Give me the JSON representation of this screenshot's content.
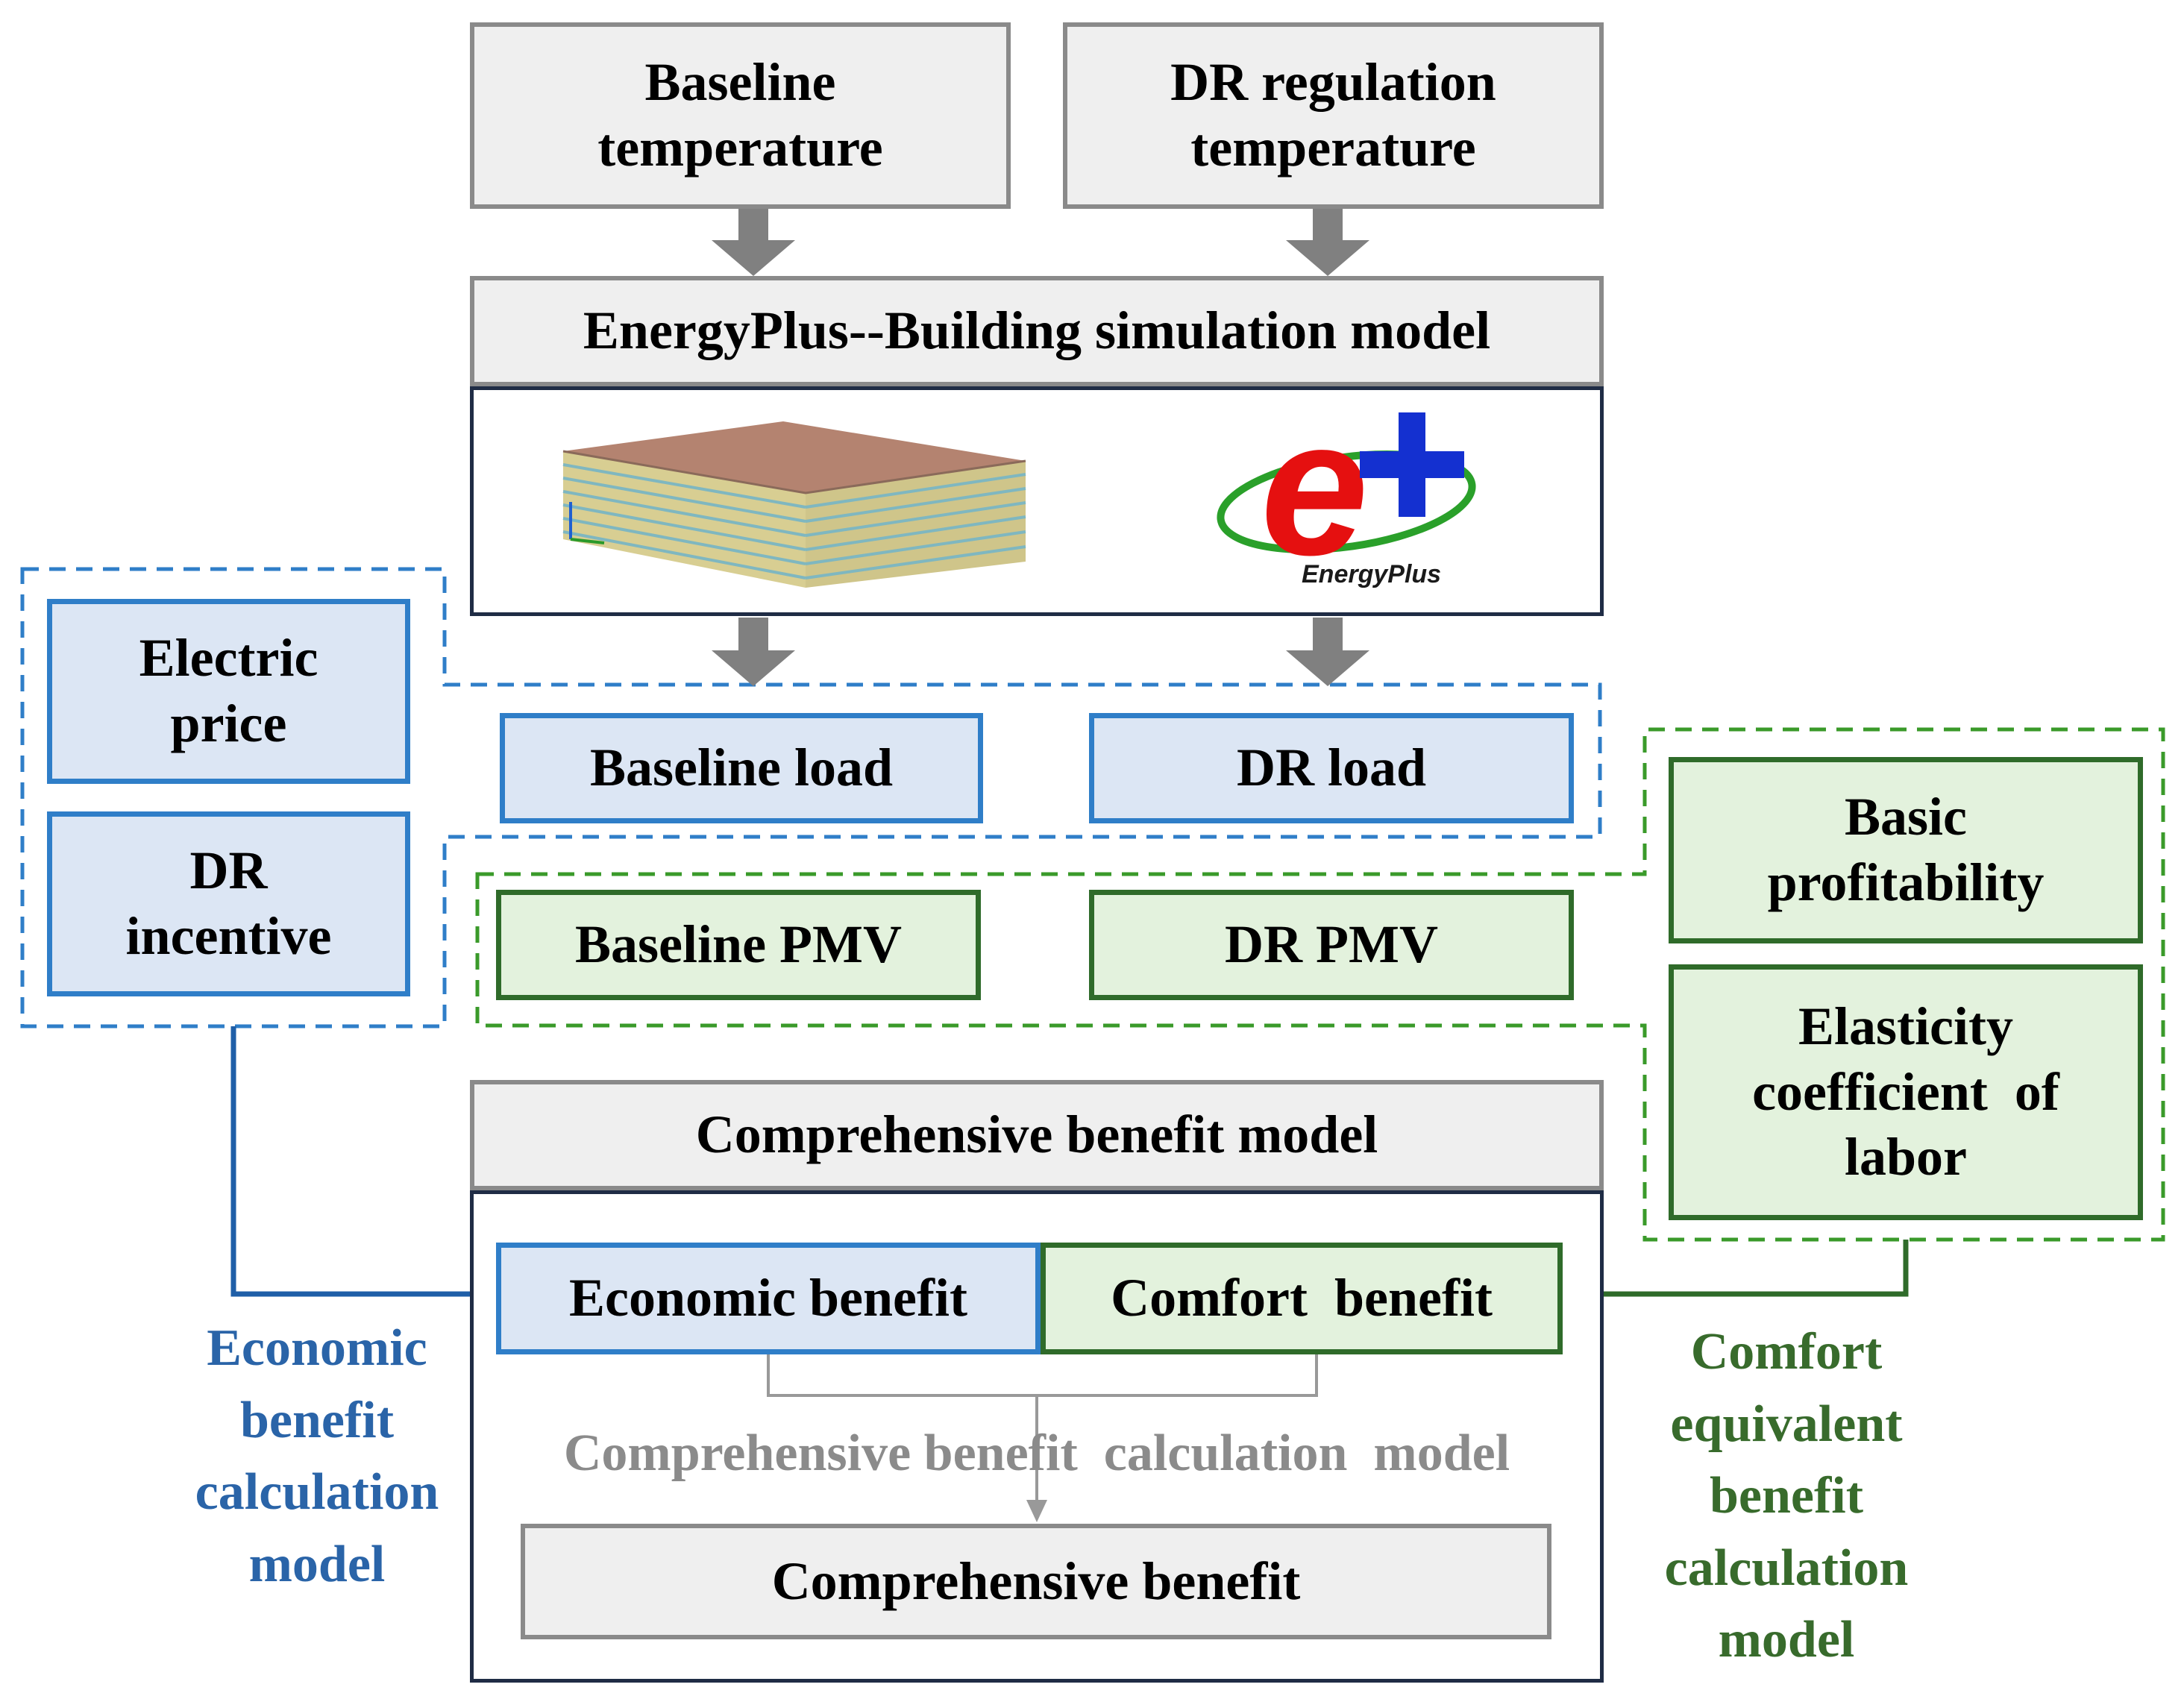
{
  "inputs": {
    "baseline_temperature": "Baseline\ntemperature",
    "dr_regulation_temperature": "DR regulation\ntemperature"
  },
  "simulation": {
    "header": "EnergyPlus--Building simulation model",
    "logo_text": "EnergyPlus"
  },
  "loads": {
    "baseline_load": "Baseline load",
    "dr_load": "DR load"
  },
  "pmv": {
    "baseline_pmv": "Baseline PMV",
    "dr_pmv": "DR PMV"
  },
  "economic_params": {
    "electric_price": "Electric\nprice",
    "dr_incentive": "DR\nincentive"
  },
  "comfort_params": {
    "basic_profitability": "Basic\nprofitability",
    "elasticity_coefficient": "Elasticity\ncoefficient  of\nlabor"
  },
  "benefit_model": {
    "header": "Comprehensive benefit model",
    "economic_benefit": "Economic benefit",
    "comfort_benefit": "Comfort  benefit",
    "calculation_model": "Comprehensive benefit  calculation  model",
    "comprehensive_benefit": "Comprehensive benefit"
  },
  "side_labels": {
    "economic_model": "Economic\nbenefit\ncalculation\nmodel",
    "comfort_model": "Comfort\nequivalent\nbenefit\ncalculation\nmodel"
  },
  "colors": {
    "gray_box": "#efefef",
    "blue_box": "#dce6f4",
    "green_box": "#e3f2dd",
    "blue_accent": "#2f7ec8",
    "green_accent": "#2f6b2a"
  }
}
